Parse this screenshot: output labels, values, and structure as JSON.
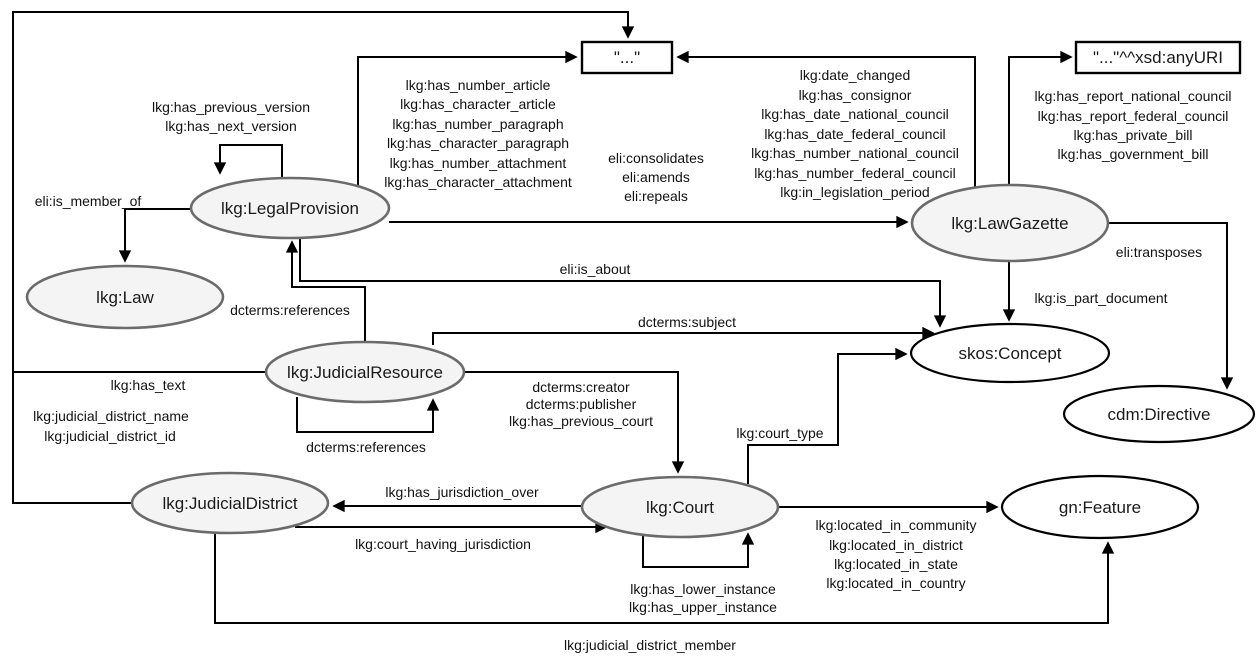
{
  "nodes": {
    "legal_provision": "lkg:LegalProvision",
    "law": "lkg:Law",
    "judicial_resource": "lkg:JudicialResource",
    "judicial_district": "lkg:JudicialDistrict",
    "court": "lkg:Court",
    "law_gazette": "lkg:LawGazette",
    "skos_concept": "skos:Concept",
    "cdm_directive": "cdm:Directive",
    "gn_feature": "gn:Feature"
  },
  "literals": {
    "string": "\"...\"",
    "any_uri": "\"...\"^^xsd:anyURI"
  },
  "edge_labels": {
    "version_loop": [
      "lkg:has_previous_version",
      "lkg:has_next_version"
    ],
    "is_member_of": "eli:is_member_of",
    "legal_provision_datatype": [
      "lkg:has_number_article",
      "lkg:has_character_article",
      "lkg:has_number_paragraph",
      "lkg:has_character_paragraph",
      "lkg:has_number_attachment",
      "lkg:has_character_attachment"
    ],
    "eli_relations": [
      "eli:consolidates",
      "eli:amends",
      "eli:repeals"
    ],
    "law_gazette_datatype": [
      "lkg:date_changed",
      "lkg:has_consignor",
      "lkg:has_date_national_council",
      "lkg:has_date_federal_council",
      "lkg:has_number_national_council",
      "lkg:has_number_federal_council",
      "lkg:in_legislation_period"
    ],
    "law_gazette_uri": [
      "lkg:has_report_national_council",
      "lkg:has_report_federal_council",
      "lkg:has_private_bill",
      "lkg:has_government_bill"
    ],
    "transposes": "eli:transposes",
    "is_part_document": "lkg:is_part_document",
    "is_about": "eli:is_about",
    "subject": "dcterms:subject",
    "references_to_provision": "dcterms:references",
    "references_loop": "dcterms:references",
    "has_text": "lkg:has_text",
    "district_datatype": [
      "lkg:judicial_district_name",
      "lkg:judicial_district_id"
    ],
    "creator_group": [
      "dcterms:creator",
      "dcterms:publisher",
      "lkg:has_previous_court"
    ],
    "court_type": "lkg:court_type",
    "has_jurisdiction_over": "lkg:has_jurisdiction_over",
    "court_having_jurisdiction": "lkg:court_having_jurisdiction",
    "instance_loop": [
      "lkg:has_lower_instance",
      "lkg:has_upper_instance"
    ],
    "located_in": [
      "lkg:located_in_community",
      "lkg:located_in_district",
      "lkg:located_in_state",
      "lkg:located_in_country"
    ],
    "judicial_district_member": "lkg:judicial_district_member"
  },
  "colors": {
    "node_fill": "#f4f4f4",
    "node_stroke": "#6b6b6b",
    "line": "#000000",
    "text": "#111111",
    "background": "#ffffff"
  }
}
